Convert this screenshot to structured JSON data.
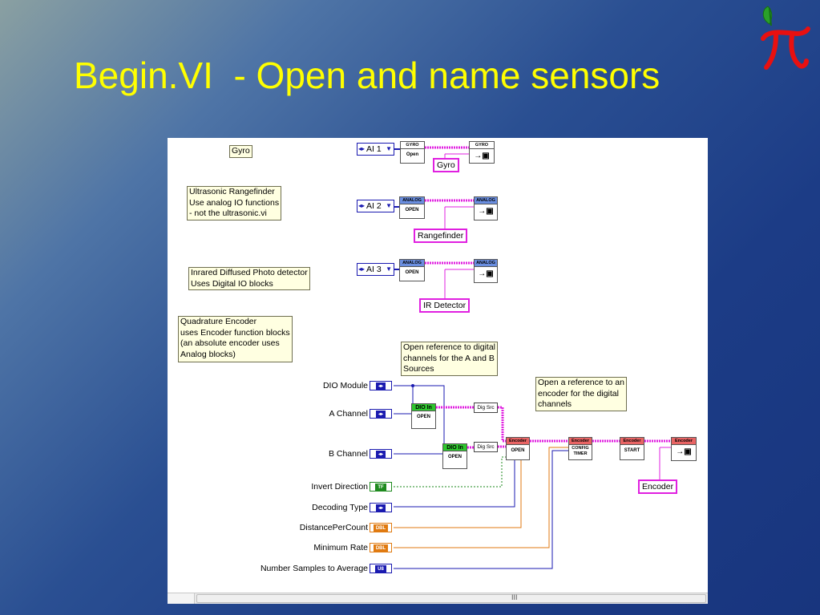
{
  "slide": {
    "title": "Begin.VI  - Open and name sensors",
    "logo_icon": "pi-apple-logo-icon"
  },
  "notes": {
    "gyro": "Gyro",
    "ultrasonic": "Ultrasonic Rangefinder\nUse analog IO functions\n- not the ultrasonic.vi",
    "infrared": "Inrared Diffused Photo detector\nUses Digital IO blocks",
    "encoder": "Quadrature Encoder\nuses Encoder function blocks\n(an absolute encoder uses\nAnalog blocks)",
    "dio_ref": "Open reference to digital\nchannels for the A and B\nSources",
    "enc_ref": "Open a reference to an\nencoder for the digital\nchannels"
  },
  "controls": {
    "ai1": "AI 1",
    "ai2": "AI 2",
    "ai3": "AI 3"
  },
  "vis": {
    "gyro_open_header": "GYRO",
    "gyro_open_body": "Open",
    "gyro_ref_header": "GYRO",
    "analog_header": "ANALOG",
    "analog_open_body": "OPEN",
    "dio_header": "DIO In",
    "dio_body": "OPEN",
    "dig_src": "Dig Src",
    "enc_header": "Encoder",
    "enc_open_body": "OPEN",
    "enc_config_body": "CONFIG TIMER",
    "enc_start_body": "START"
  },
  "labels": {
    "gyro": "Gyro",
    "rangefinder": "Rangefinder",
    "ir": "IR Detector",
    "encoder": "Encoder"
  },
  "terminals": [
    {
      "label": "DIO Module",
      "type": "ring",
      "text": "◂▸"
    },
    {
      "label": "A Channel",
      "type": "ring",
      "text": "◂▸"
    },
    {
      "label": "B Channel",
      "type": "ring",
      "text": "◂▸"
    },
    {
      "label": "Invert Direction",
      "type": "bool",
      "text": "TF"
    },
    {
      "label": "Decoding Type",
      "type": "ring",
      "text": "◂▸"
    },
    {
      "label": "DistancePerCount",
      "type": "dbl",
      "text": "DBL"
    },
    {
      "label": "Minimum Rate",
      "type": "dbl",
      "text": "DBL"
    },
    {
      "label": "Number Samples to Average",
      "type": "u8",
      "text": "U8"
    }
  ],
  "scrollbar": {
    "grip": "III"
  },
  "colors": {
    "title": "#ffff00",
    "refwire": "#e020e0",
    "intwire": "#1a1ab0",
    "boolwire": "#1e8a1e",
    "dblwire": "#e07a10",
    "note_bg": "#ffffe1"
  }
}
